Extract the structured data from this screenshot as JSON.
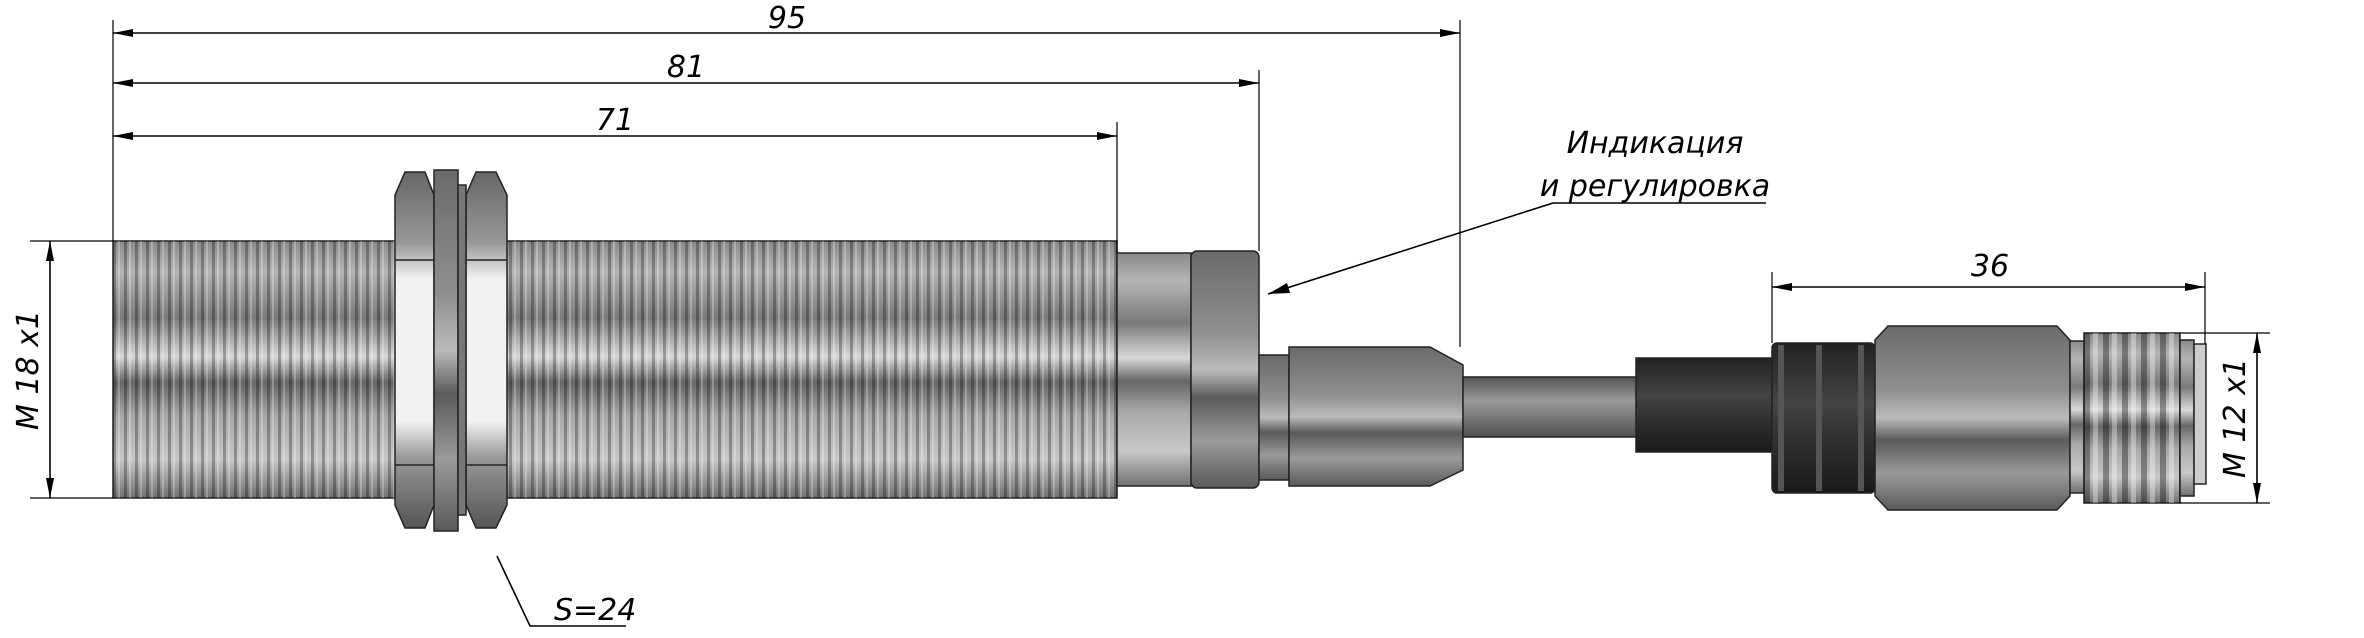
{
  "drawing": {
    "dimensions": {
      "overall_length": "95",
      "length_to_ring": "81",
      "thread_length": "71",
      "connector_length": "36",
      "sensor_thread": "M 18 x1",
      "connector_thread": "M 12 x1",
      "nut_size": "S=24"
    },
    "callout": {
      "line1": "Индикация",
      "line2": "и регулировка"
    },
    "colors": {
      "metal_light": "#e6e6e6",
      "metal_mid": "#9a9a9a",
      "metal_dark": "#555555",
      "rubber": "#2e2e2e",
      "cable": "#7a7a7a"
    }
  }
}
